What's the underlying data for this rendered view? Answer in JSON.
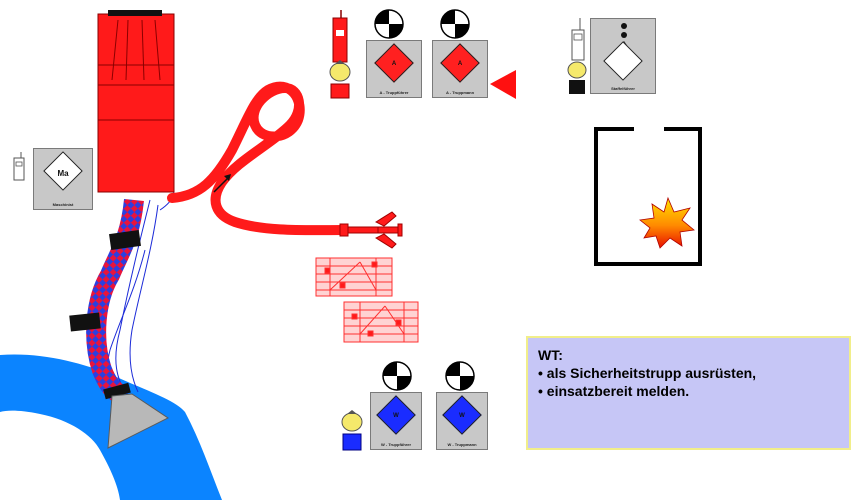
{
  "cards": {
    "maschinist": {
      "symbol": "Ma",
      "caption": "Maschinist"
    },
    "a_truppfuehrer": {
      "symbol": "A",
      "caption": "A - Truppführer"
    },
    "a_truppmann": {
      "symbol": "A",
      "caption": "A - Truppmann"
    },
    "staffelfuehrer": {
      "symbol": "",
      "caption": "Staffelführer"
    },
    "w_truppfuehrer": {
      "symbol": "W",
      "caption": "W - Truppführer"
    },
    "w_truppmann": {
      "symbol": "W",
      "caption": "W - Truppmann"
    }
  },
  "infobox": {
    "title": "WT:",
    "line1": "• als Sicherheitstrupp ausrüsten,",
    "line2": "• einsatzbereit melden."
  },
  "colors": {
    "vehicle_red": "#ff1a1a",
    "water_blue": "#0b84ff",
    "hose_checker_a": "#2b3fe0",
    "hose_checker_b": "#e8143c",
    "attack_team_red": "#ff2020",
    "water_team_blue": "#1a2cff",
    "infobox_bg": "#c6c6f6",
    "infobox_border": "#f1ee8a",
    "fire_orange": "#ff8a00"
  }
}
